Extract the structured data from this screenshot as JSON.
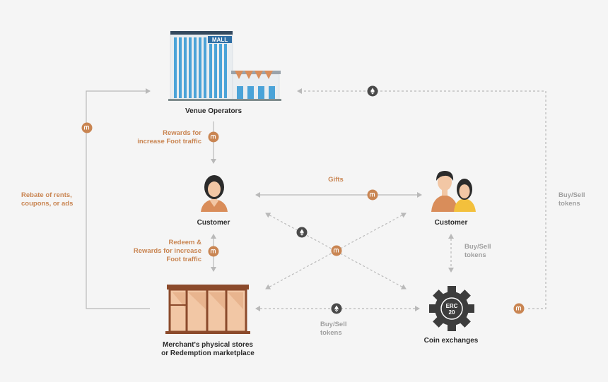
{
  "nodes": {
    "venue": {
      "label": "Venue Operators",
      "sign": "MALL"
    },
    "customer_left": {
      "label": "Customer"
    },
    "customer_right": {
      "label": "Customer"
    },
    "merchant": {
      "label_line1": "Merchant's physical stores",
      "label_line2": "or Redemption marketplace"
    },
    "exchange": {
      "label": "Coin exchanges",
      "gear_line1": "ERC",
      "gear_line2": "20"
    }
  },
  "edges": {
    "rewards_foot": {
      "line1": "Rewards for",
      "line2": "increase Foot traffic"
    },
    "redeem": {
      "line1": "Redeem &",
      "line2": "Rewards for increase",
      "line3": "Foot traffic"
    },
    "rebate": {
      "line1": "Rebate of rents,",
      "line2": "coupons, or ads"
    },
    "gifts": {
      "label": "Gifts"
    },
    "buysell_right": {
      "line1": "Buy/Sell",
      "line2": "tokens"
    },
    "buysell_mid": {
      "line1": "Buy/Sell",
      "line2": "tokens"
    },
    "buysell_bottom": {
      "line1": "Buy/Sell",
      "line2": "tokens"
    }
  },
  "icons": {
    "token": "m-token-icon",
    "eth": "ethereum-icon"
  },
  "colors": {
    "background": "#f5f5f5",
    "token_orange": "#c98552",
    "eth_dark": "#4a4a4a",
    "line_grey": "#b9b9b9",
    "label_orange": "#c98552",
    "label_grey": "#a0a0a0",
    "building_blue": "#4aa3d8"
  }
}
